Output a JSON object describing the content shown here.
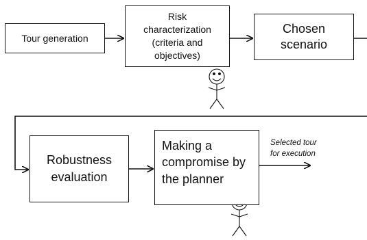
{
  "boxes": {
    "tour_generation": "Tour generation",
    "risk_characterization": [
      "Risk",
      "characterization",
      "(criteria and",
      "objectives)"
    ],
    "chosen_scenario": [
      "Chosen",
      "scenario"
    ],
    "robustness_evaluation": [
      "Robustness",
      "evaluation"
    ],
    "compromise": "Making a\ncompromise by\nthe planner"
  },
  "annotation": "Selected tour\nfor execution",
  "icons": [
    "smiley-stick-figure-icon",
    "smiley-stick-figure-icon"
  ]
}
